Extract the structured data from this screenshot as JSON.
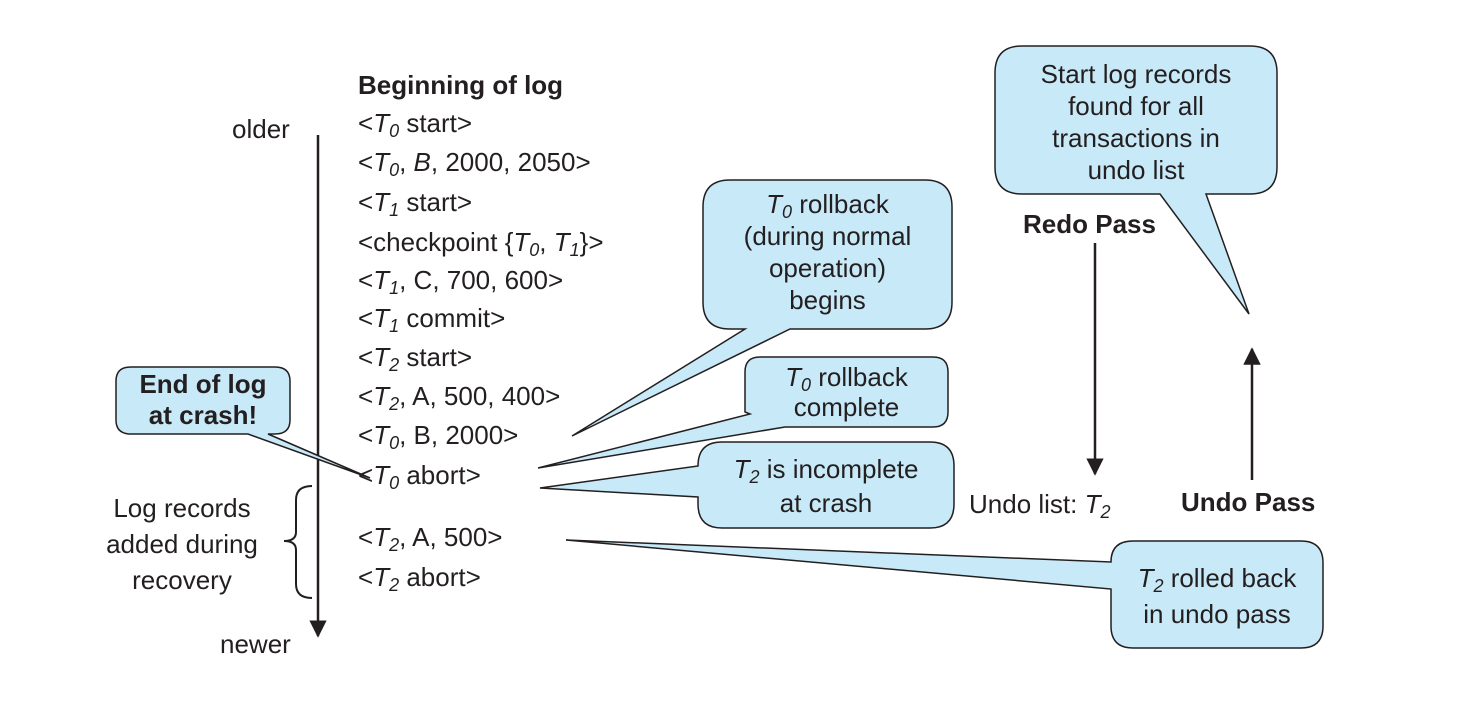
{
  "colors": {
    "bubble_fill": "#c8e9f7",
    "stroke": "#231f20",
    "text": "#231f20"
  },
  "axis": {
    "older": "older",
    "newer": "newer"
  },
  "log": {
    "heading": "Beginning of log",
    "r0": {
      "pre": "<",
      "t": "T",
      "s": "0",
      "post": " start>"
    },
    "r1": {
      "pre": "<",
      "t": "T",
      "s": "0",
      "post1": ", ",
      "b": "B",
      "post2": ", 2000, 2050>"
    },
    "r2": {
      "pre": "<",
      "t": "T",
      "s": "1",
      "post": " start>"
    },
    "r3": {
      "pre": "<checkpoint {",
      "t1": "T",
      "s1": "0",
      "mid": ", ",
      "t2": "T",
      "s2": "1",
      "post": "}>"
    },
    "r4": {
      "pre": "<",
      "t": "T",
      "s": "1",
      "post": ", C, 700, 600>"
    },
    "r5": {
      "pre": "<",
      "t": "T",
      "s": "1",
      "post": " commit>"
    },
    "r6": {
      "pre": "<",
      "t": "T",
      "s": "2",
      "post": " start>"
    },
    "r7": {
      "pre": "<",
      "t": "T",
      "s": "2",
      "post": ", A, 500, 400>"
    },
    "r8": {
      "pre": "<",
      "t": "T",
      "s": "0",
      "post": ", B, 2000>"
    },
    "r9": {
      "pre": "<",
      "t": "T",
      "s": "0",
      "post": " abort>"
    },
    "r10": {
      "pre": "<",
      "t": "T",
      "s": "2",
      "post": ", A, 500>"
    },
    "r11": {
      "pre": "<",
      "t": "T",
      "s": "2",
      "post": " abort>"
    }
  },
  "recovery_label": [
    "Log records",
    "added during",
    "recovery"
  ],
  "end_of_log": [
    "End of log",
    "at crash!"
  ],
  "callouts": {
    "rollback_begins": {
      "t": "T",
      "s": "0",
      "line1_rest": " rollback",
      "line2": "(during normal",
      "line3": "operation)",
      "line4": "begins"
    },
    "rollback_complete": {
      "t": "T",
      "s": "0",
      "line1_rest": " rollback",
      "line2": "complete"
    },
    "incomplete": {
      "t": "T",
      "s": "2",
      "line1_rest": " is incomplete",
      "line2": "at crash"
    },
    "rolled_back": {
      "t": "T",
      "s": "2",
      "line1_rest": " rolled back",
      "line2": "in undo pass"
    },
    "start_records": [
      "Start log records",
      "found for all",
      "transactions in",
      "undo list"
    ]
  },
  "redo_pass": "Redo Pass",
  "undo_pass": "Undo Pass",
  "undo_list": {
    "label": "Undo list: ",
    "t": "T",
    "s": "2"
  }
}
